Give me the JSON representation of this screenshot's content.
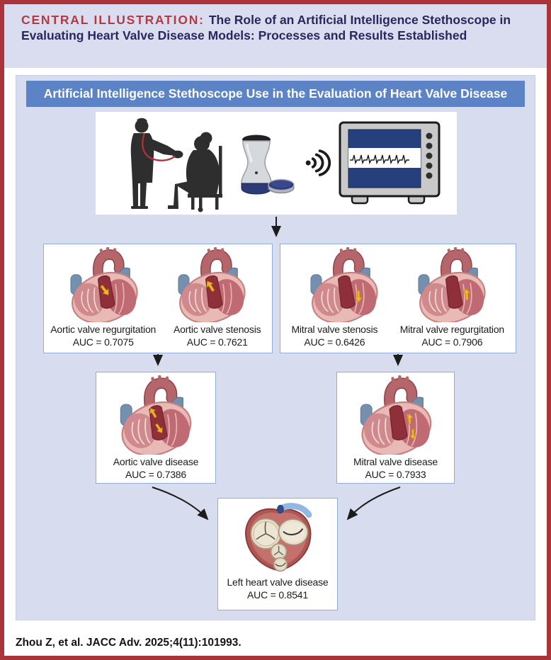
{
  "header": {
    "label": "CENTRAL ILLUSTRATION:",
    "title": "The Role of an Artificial Intelligence Stethoscope in Evaluating Heart Valve Disease Models: Processes and Results Established"
  },
  "panel": {
    "title": "Artificial Intelligence Stethoscope Use in the Evaluation of Heart Valve Disease"
  },
  "icons": {
    "illustration": [
      "doctor-patient-silhouette",
      "ai-stethoscope-device",
      "wifi-signal-icon",
      "ecg-monitor"
    ],
    "hearts": [
      "aortic-regurgitation-heart",
      "aortic-stenosis-heart",
      "mitral-stenosis-heart",
      "mitral-regurgitation-heart",
      "aortic-disease-heart",
      "mitral-disease-heart",
      "valve-top-view-heart"
    ]
  },
  "flow": {
    "top_left": {
      "items": [
        {
          "label": "Aortic valve regurgitation",
          "auc": "AUC = 0.7075"
        },
        {
          "label": "Aortic valve stenosis",
          "auc": "AUC = 0.7621"
        }
      ]
    },
    "top_right": {
      "items": [
        {
          "label": "Mitral valve stenosis",
          "auc": "AUC = 0.6426"
        },
        {
          "label": "Mitral valve regurgitation",
          "auc": "AUC = 0.7906"
        }
      ]
    },
    "mid_left": {
      "label": "Aortic valve disease",
      "auc": "AUC = 0.7386"
    },
    "mid_right": {
      "label": "Mitral valve disease",
      "auc": "AUC = 0.7933"
    },
    "bottom": {
      "label": "Left heart valve disease",
      "auc": "AUC = 0.8541"
    }
  },
  "footer": {
    "citation": "Zhou Z, et al. JACC Adv. 2025;4(11):101993."
  },
  "colors": {
    "border_red": "#A93439",
    "accent_red": "#B23A42",
    "navy": "#28285E",
    "header_bg": "#DADDEF",
    "panel_bg": "#D7DCEE",
    "bar_blue": "#5B83C5",
    "box_border": "#8FB0D4",
    "arrow_gold": "#F3B32B",
    "heart_dark_red": "#8E2F3A",
    "vessel_blue": "#7590AF"
  }
}
